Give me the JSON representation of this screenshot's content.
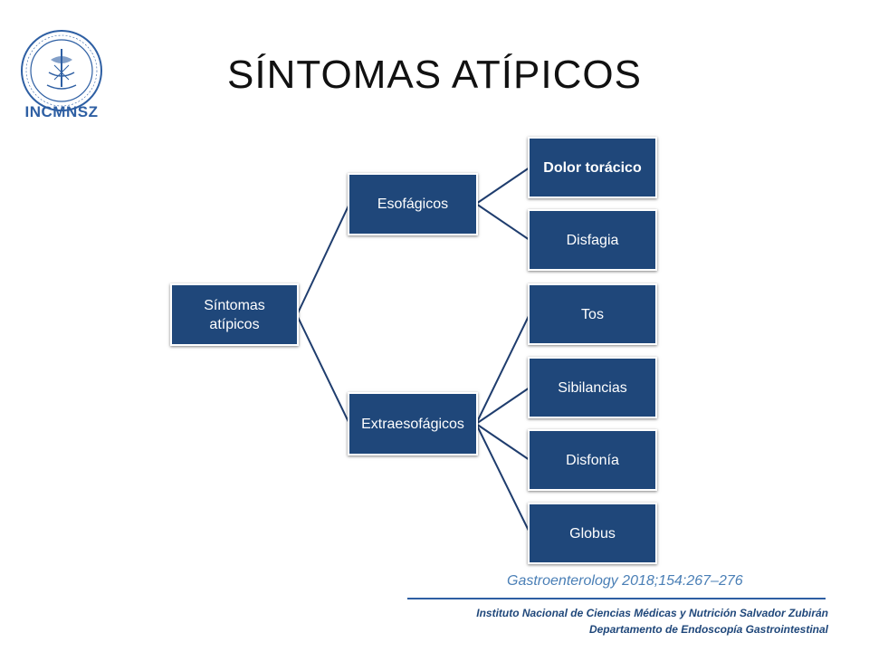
{
  "header": {
    "logo_text": "INCMNSZ",
    "title": "SÍNTOMAS ATÍPICOS"
  },
  "diagram": {
    "root": "Síntomas atípicos",
    "branch_esofagicos": {
      "label": "Esofágicos",
      "children": [
        "Dolor torácico",
        "Disfagia"
      ]
    },
    "branch_extraesofagicos": {
      "label": "Extraesofágicos",
      "children": [
        "Tos",
        "Sibilancias",
        "Disfonía",
        "Globus"
      ]
    }
  },
  "footer": {
    "reference": "Gastroenterology  2018;154:267–276",
    "institution": "Instituto Nacional de Ciencias Médicas y Nutrición Salvador Zubirán",
    "department": "Departamento de Endoscopía Gastrointestinal"
  },
  "colors": {
    "node_fill": "#1f477a",
    "connector": "#1f3d6e",
    "reference_text": "#4a7fb6"
  }
}
